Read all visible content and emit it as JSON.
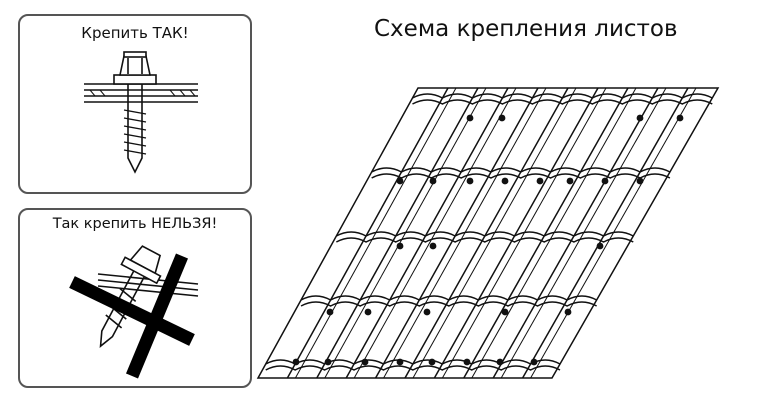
{
  "title": "Схема крепления листов",
  "correct_panel": {
    "caption": "Крепить ТАК!",
    "icon": "screw-correct-icon"
  },
  "wrong_panel": {
    "caption": "Так крепить НЕЛЬЗЯ!",
    "icon": "screw-wrong-icon"
  },
  "roof": {
    "icon": "metal-tile-roof-sheet",
    "fastener_points": 28
  },
  "colors": {
    "line": "#111111",
    "frame": "#555555",
    "background": "#ffffff"
  }
}
